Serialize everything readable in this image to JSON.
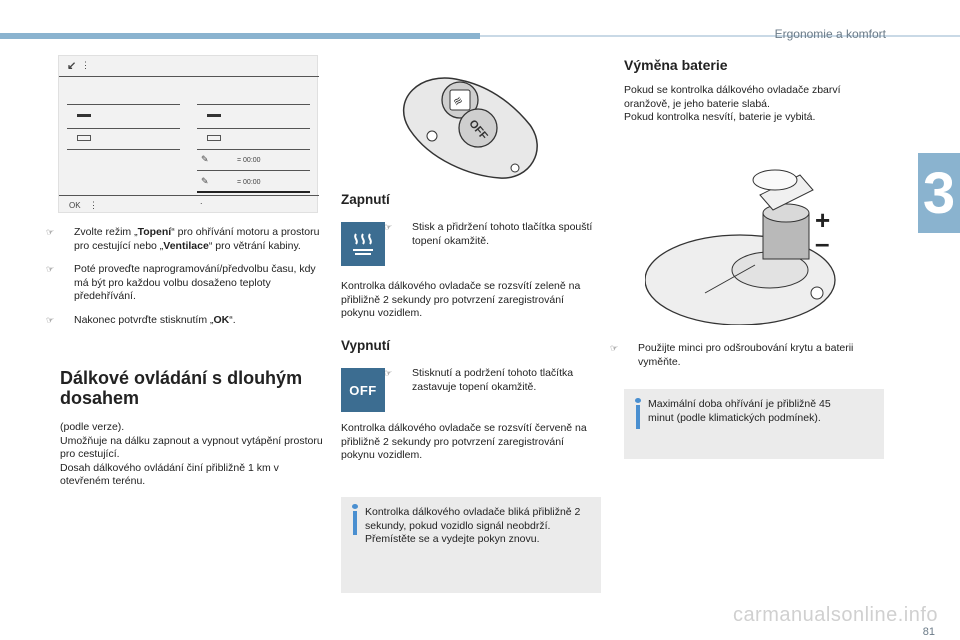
{
  "header": {
    "title": "Ergonomie a komfort",
    "chapter": "3",
    "page": "81"
  },
  "watermark": "carmanualsonline.info",
  "screen": {
    "time1": "= 00:00",
    "time2": "= 00:00",
    "ok": "OK",
    "back_icon": "back-arrow-icon",
    "menu_icon": "vertical-dots-icon"
  },
  "left": {
    "bullets": [
      {
        "pre": "Zvolte režim „",
        "bold": "Topení",
        "post": "“ pro ohřívání motoru a prostoru pro cestující nebo „",
        "bold2": "Ventilace",
        "post2": "“ pro větrání kabiny."
      },
      {
        "text": "Poté proveďte naprogramování/předvolbu času, kdy má být pro každou volbu dosaženo teploty předehřívání."
      },
      {
        "pre": "Nakonec potvrďte stisknutím „",
        "bold": "OK",
        "post": "“."
      }
    ],
    "section_title_1": "Dálkové ovládání s dlouhým",
    "section_title_2": "dosahem",
    "para_lines": [
      "(podle verze).",
      "Umožňuje na dálku zapnout a vypnout vytápění prostoru pro cestující.",
      "Dosah dálkového ovládání činí přibližně 1 km v otevřeném terénu."
    ]
  },
  "middle": {
    "remote_off_label": "OFF",
    "zapnuti_title": "Zapnutí",
    "zapnuti_bullet": "Stisk a přidržení tohoto tlačítka spouští topení okamžitě.",
    "zapnuti_para": "Kontrolka dálkového ovladače se rozsvítí zeleně na přibližně 2 sekundy pro potvrzení zaregistrování pokynu vozidlem.",
    "vypnuti_title": "Vypnutí",
    "off_icon_label": "OFF",
    "vypnuti_bullet": "Stisknutí a podržení tohoto tlačítka zastavuje topení okamžitě.",
    "vypnuti_para": "Kontrolka dálkového ovladače se rozsvítí červeně na přibližně 2 sekundy pro potvrzení zaregistrování pokynu vozidlem.",
    "info_lines": [
      "Kontrolka dálkového ovladače bliká přibližně 2 sekundy, pokud vozidlo signál neobdrží.",
      "Přemístěte se a vydejte pokyn znovu."
    ]
  },
  "right": {
    "title": "Výměna baterie",
    "para_lines": [
      "Pokud se kontrolka dálkového ovladače zbarví oranžově, je jeho baterie slabá.",
      "Pokud kontrolka nesvítí, baterie je vybitá."
    ],
    "plus": "+",
    "minus": "–",
    "bullet": "Použijte minci pro odšroubování krytu a baterii vyměňte.",
    "info": "Maximální doba ohřívání je přibližně 45 minut (podle klimatických podmínek)."
  },
  "colors": {
    "accent": "#8ab3cf",
    "icon_blue": "#3c6d91",
    "info_blue": "#4a8fd0"
  }
}
